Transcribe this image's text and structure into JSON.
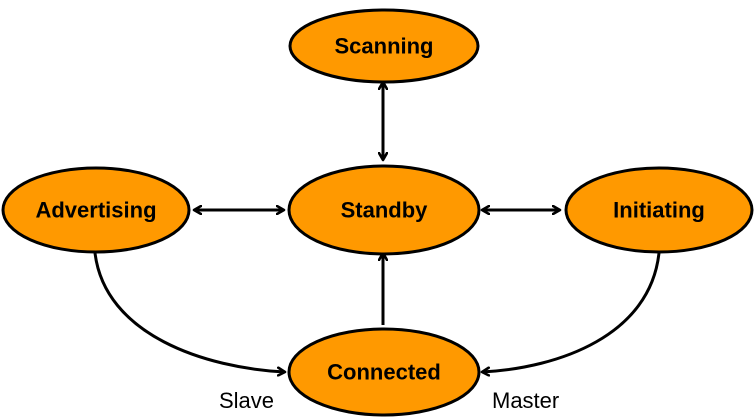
{
  "colors": {
    "node_fill": "#FF9900",
    "node_stroke": "#000000",
    "edge": "#000000"
  },
  "nodes": {
    "scanning": "Scanning",
    "standby": "Standby",
    "advertising": "Advertising",
    "initiating": "Initiating",
    "connected": "Connected"
  },
  "edges": [
    {
      "from": "standby",
      "to": "scanning",
      "direction": "both"
    },
    {
      "from": "advertising",
      "to": "standby",
      "direction": "both"
    },
    {
      "from": "standby",
      "to": "initiating",
      "direction": "both"
    },
    {
      "from": "connected",
      "to": "standby",
      "direction": "forward"
    },
    {
      "from": "advertising",
      "to": "connected",
      "direction": "forward",
      "label": "Slave"
    },
    {
      "from": "initiating",
      "to": "connected",
      "direction": "forward",
      "label": "Master"
    }
  ]
}
